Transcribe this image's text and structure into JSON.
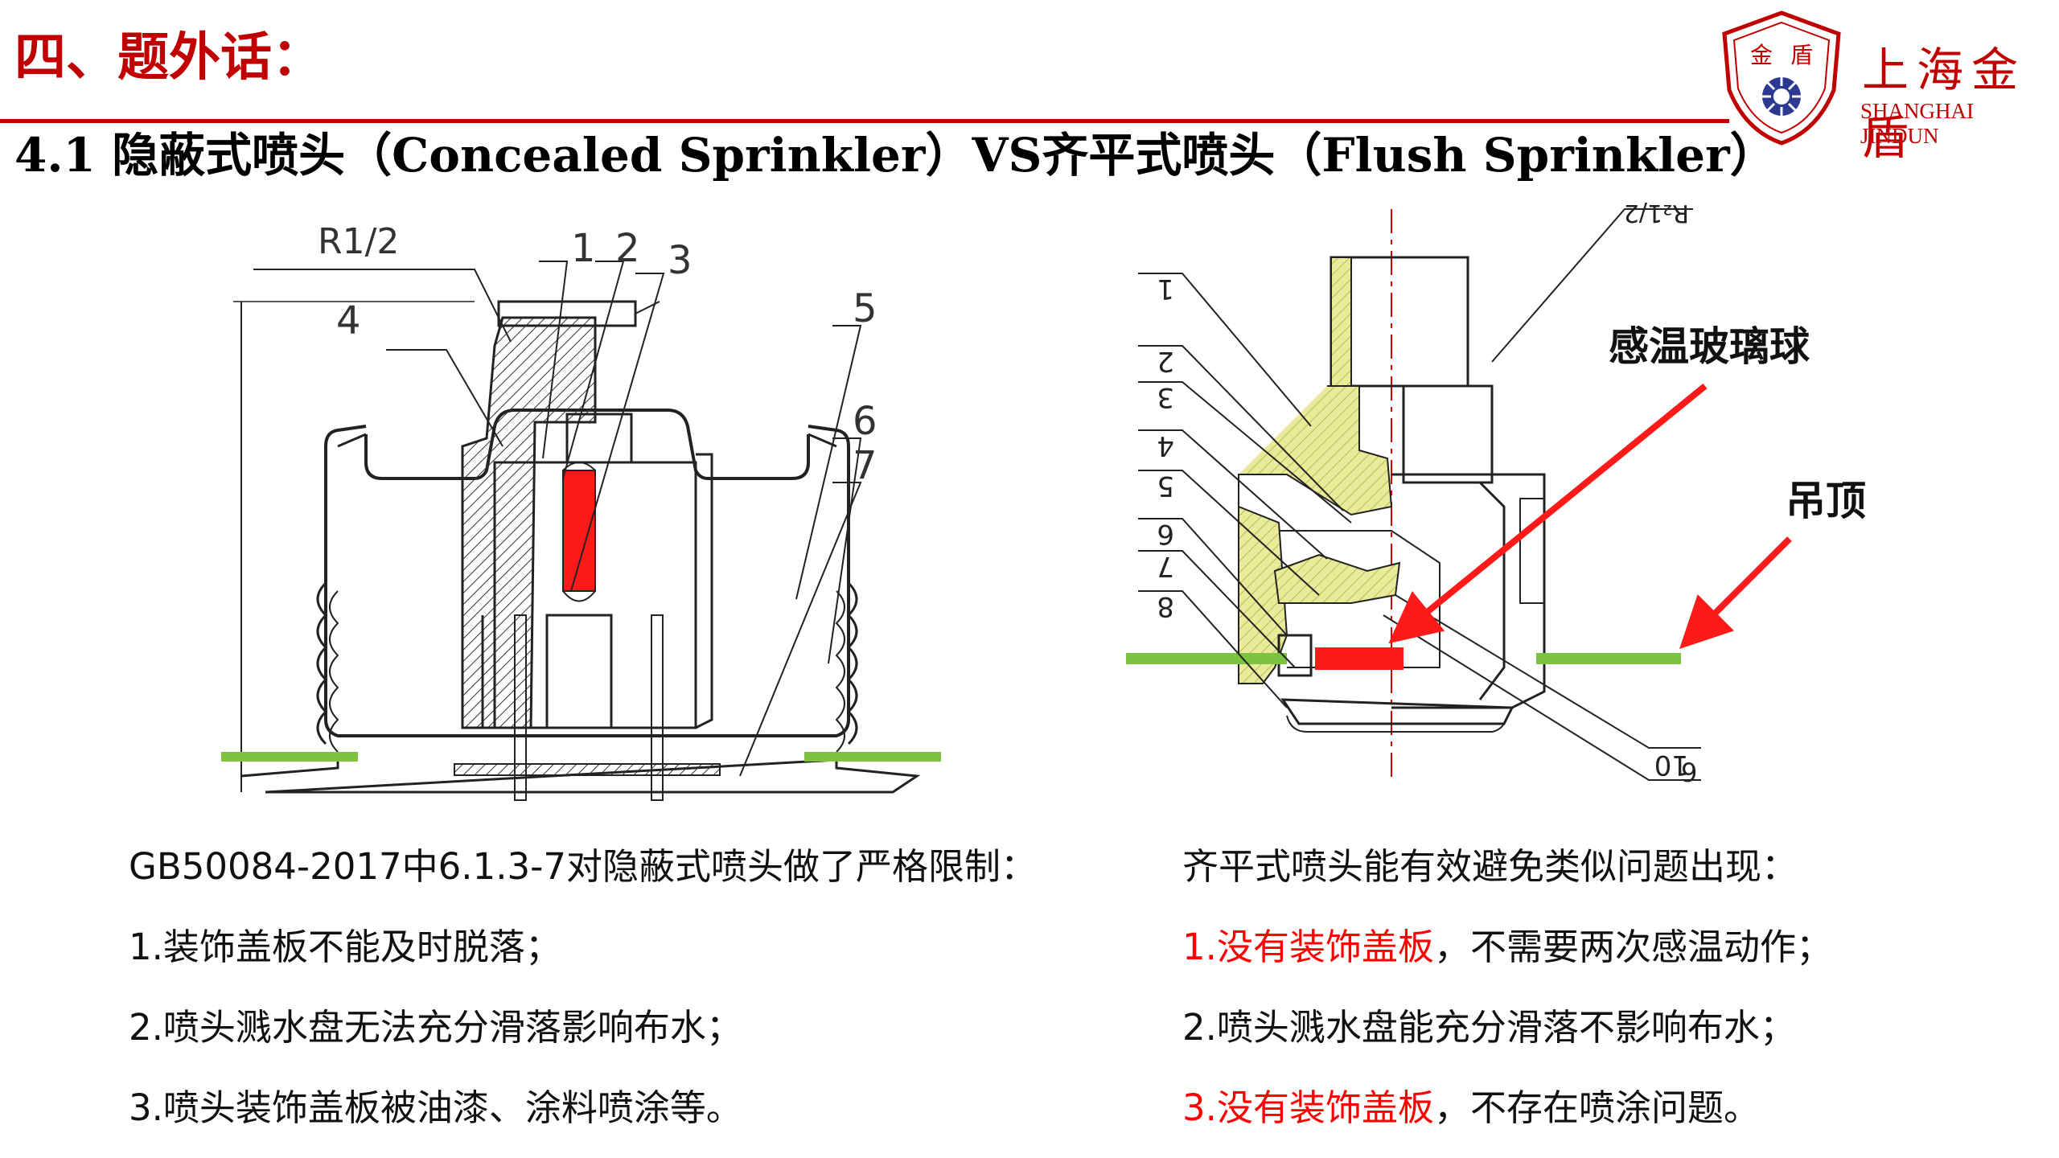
{
  "header": {
    "title": "四、题外话：",
    "subtitle": "4.1 隐蔽式喷头（Concealed Sprinkler）VS齐平式喷头（Flush Sprinkler）"
  },
  "logo": {
    "badge_chars": [
      "金",
      "盾"
    ],
    "cn": "上海金盾",
    "en": "SHANGHAI JINDUN"
  },
  "left_diagram": {
    "thread_label": "R1/2",
    "part_numbers": [
      "1",
      "2",
      "3",
      "4",
      "5",
      "6",
      "7"
    ]
  },
  "right_diagram": {
    "thread_label": "R₂1/2",
    "left_numbers": [
      "1",
      "2",
      "3",
      "4",
      "5",
      "6",
      "7",
      "8"
    ],
    "right_numbers": [
      "10",
      "9"
    ],
    "callout_bulb": "感温玻璃球",
    "callout_ceiling": "吊顶"
  },
  "left_text": {
    "intro": "GB50084-2017中6.1.3-7对隐蔽式喷头做了严格限制：",
    "items": [
      "1.装饰盖板不能及时脱落；",
      "2.喷头溅水盘无法充分滑落影响布水；",
      "3.喷头装饰盖板被油漆、涂料喷涂等。"
    ]
  },
  "right_text": {
    "intro": "齐平式喷头能有效避免类似问题出现：",
    "item1_prefix": "1.",
    "item1_highlight": "没有装饰盖板",
    "item1_rest": "，不需要两次感温动作；",
    "item2": "2.喷头溅水盘能充分滑落不影响布水；",
    "item3_prefix": "3.",
    "item3_highlight": "没有装饰盖板",
    "item3_rest": "，不存在喷涂问题。"
  },
  "colors": {
    "brand_red": "#c00000",
    "highlight_red": "#ff0000",
    "ceiling_green": "#7ec242",
    "bulb_red": "#ff1a1a",
    "hatch_yellow": "#e9eb9a"
  }
}
